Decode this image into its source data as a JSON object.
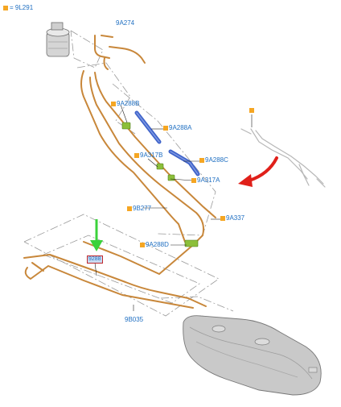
{
  "legend": {
    "equals": "= 9L291"
  },
  "labels": {
    "a274": "9A274",
    "a288b": "9A288B",
    "a288a": "9A288A",
    "a317b": "9A317B",
    "a288c": "9A288C",
    "a317a": "9A317A",
    "b277": "9B277",
    "a337": "9A337",
    "a288d": "9A288D",
    "b035": "9B035",
    "highlight": "9288"
  },
  "colors": {
    "label_blue": "#1f6fc2",
    "marker_orange": "#f5a623",
    "pipe_orange": "#c8873a",
    "bracket_blue": "#3f63c9",
    "clip_green": "#8cbf3a",
    "arrow_green": "#3bd23b",
    "arrow_red": "#e0201a",
    "highlight_border": "#c0282d"
  },
  "icons": [
    "arrow-down-icon",
    "curved-arrow-icon"
  ]
}
